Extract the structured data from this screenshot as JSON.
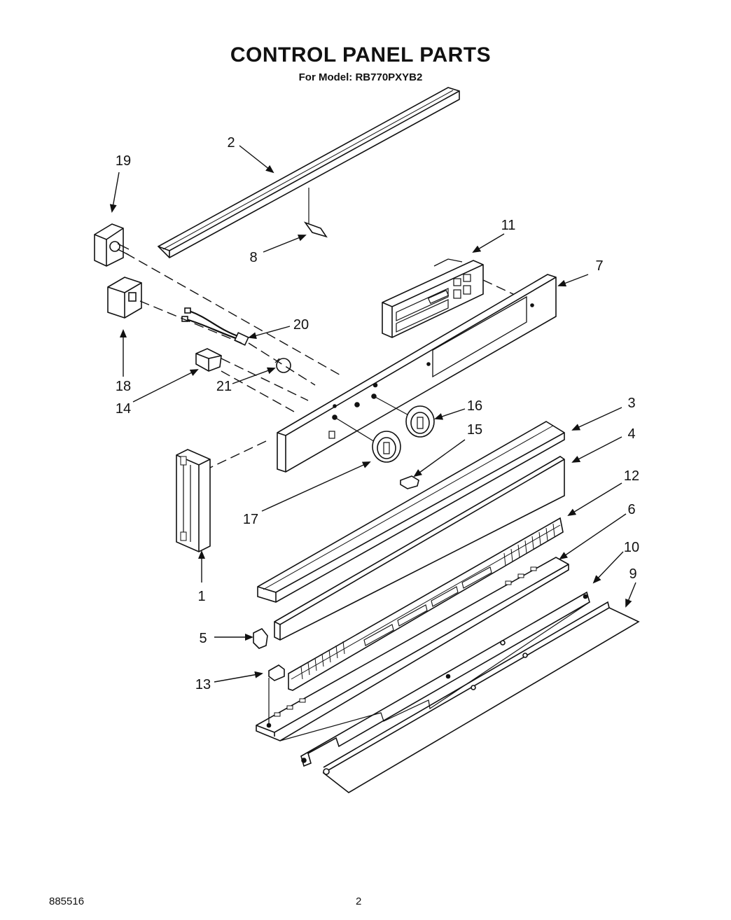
{
  "title": "CONTROL PANEL PARTS",
  "subtitle": "For Model: RB770PXYB2",
  "footer": {
    "doc_number": "885516",
    "page_number": "2"
  },
  "callouts": [
    {
      "id": "c1",
      "label": "1"
    },
    {
      "id": "c2",
      "label": "2"
    },
    {
      "id": "c3",
      "label": "3"
    },
    {
      "id": "c4",
      "label": "4"
    },
    {
      "id": "c5",
      "label": "5"
    },
    {
      "id": "c6",
      "label": "6"
    },
    {
      "id": "c7",
      "label": "7"
    },
    {
      "id": "c8",
      "label": "8"
    },
    {
      "id": "c9",
      "label": "9"
    },
    {
      "id": "c10",
      "label": "10"
    },
    {
      "id": "c11",
      "label": "11"
    },
    {
      "id": "c12",
      "label": "12"
    },
    {
      "id": "c13",
      "label": "13"
    },
    {
      "id": "c14",
      "label": "14"
    },
    {
      "id": "c15",
      "label": "15"
    },
    {
      "id": "c16",
      "label": "16"
    },
    {
      "id": "c17",
      "label": "17"
    },
    {
      "id": "c18",
      "label": "18"
    },
    {
      "id": "c19",
      "label": "19"
    },
    {
      "id": "c20",
      "label": "20"
    },
    {
      "id": "c21",
      "label": "21"
    }
  ]
}
